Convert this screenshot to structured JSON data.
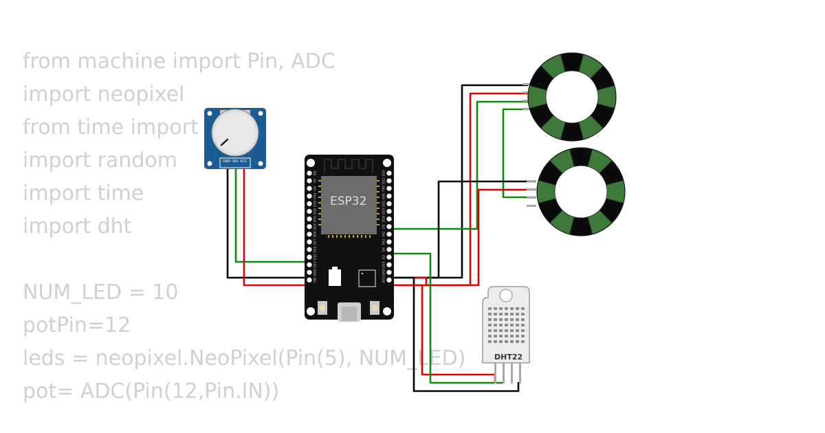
{
  "code": {
    "lines": [
      "from machine import Pin, ADC",
      "import neopixel",
      "from time import",
      "import random",
      "import time",
      "import dht",
      "",
      "NUM_LED = 10",
      "potPin=12",
      "leds = neopixel.NeoPixel(Pin(5), NUM_LED)",
      "pot= ADC(Pin(12,Pin.IN))"
    ]
  },
  "esp32": {
    "label": "ESP32",
    "left_pins": [
      "EN",
      "VP",
      "VN",
      "D34",
      "D35",
      "D32",
      "D33",
      "D25",
      "D26",
      "D27",
      "D14",
      "D12",
      "D13",
      "GND",
      "VIN"
    ],
    "right_pins": [
      "D23",
      "D22",
      "TX0",
      "RX0",
      "D21",
      "D19",
      "D18",
      "D5",
      "TX2",
      "RX2",
      "D4",
      "D2",
      "D15",
      "GND",
      "3V3"
    ]
  },
  "potentiometer": {
    "pins": [
      "GND",
      "SIG",
      "VCC"
    ]
  },
  "dht22": {
    "label": "DHT22"
  },
  "rings": {
    "count": 2,
    "segments": 12,
    "colors": {
      "dark": "#0b0b0b",
      "green": "#3d7a3a"
    }
  },
  "wire_colors": {
    "black": "#000000",
    "red": "#e00000",
    "green": "#0a8a0a"
  }
}
